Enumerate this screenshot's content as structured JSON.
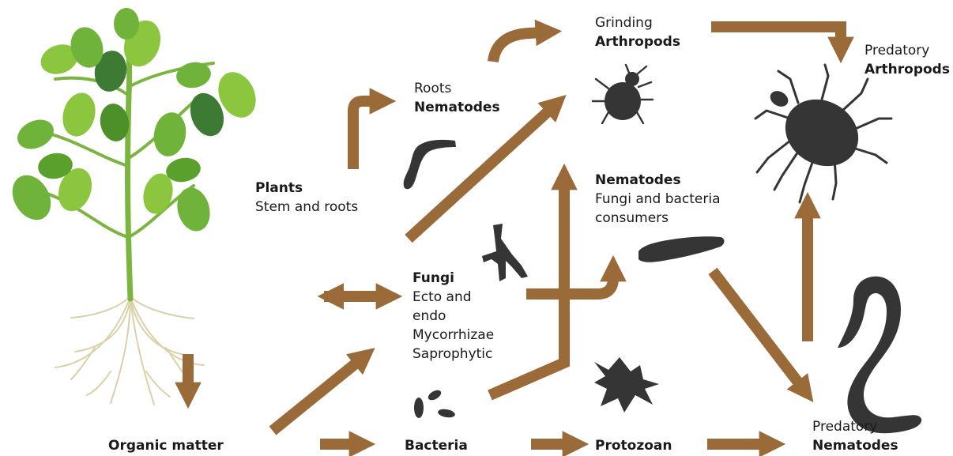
{
  "colors": {
    "arrow": "#9a6a38",
    "silhouette": "#353535",
    "leaf": "#6fb33a",
    "stem": "#7bb53f",
    "root": "#d9d1a8"
  },
  "nodes": {
    "plants": {
      "bold": "Plants",
      "normal": [
        "Stem and roots"
      ]
    },
    "root_nematodes": {
      "normal": [
        "Roots"
      ],
      "bold": "Nematodes"
    },
    "grinding_arthropods": {
      "normal": [
        "Grinding"
      ],
      "bold": "Arthropods"
    },
    "predatory_arthropods": {
      "normal": [
        "Predatory"
      ],
      "bold": "Arthropods"
    },
    "fb_nematodes": {
      "bold": "Nematodes",
      "normal": [
        "Fungi and bacteria",
        "consumers"
      ]
    },
    "fungi": {
      "bold": "Fungi",
      "normal": [
        "Ecto and",
        "endo",
        "Mycorrhizae",
        "Saprophytic"
      ]
    },
    "organic_matter": {
      "bold": "Organic matter"
    },
    "bacteria": {
      "bold": "Bacteria"
    },
    "protozoan": {
      "bold": "Protozoan"
    },
    "predatory_nematodes": {
      "normal": [
        "Predatory"
      ],
      "bold": "Nematodes"
    }
  },
  "icons": [
    "plant-illustration",
    "nematode-icon",
    "bug-icon",
    "mite-icon",
    "fungi-icon",
    "worm-icon",
    "bacteria-icon",
    "protozoan-icon",
    "snake-nematode-icon"
  ]
}
